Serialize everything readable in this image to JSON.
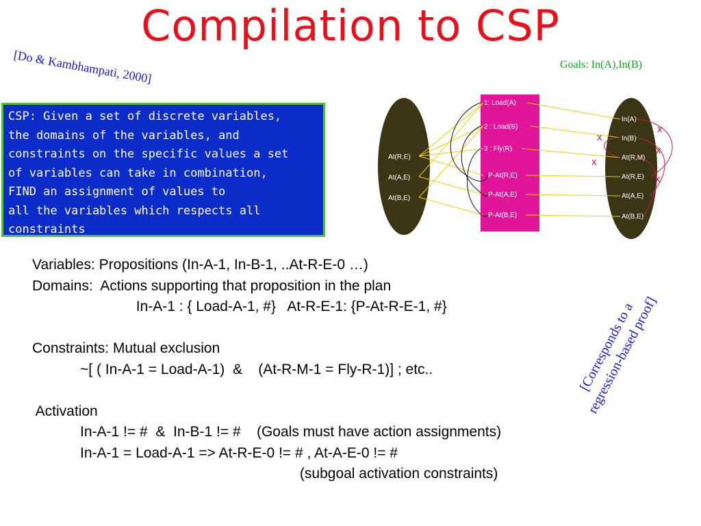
{
  "slide": {
    "title": "Compilation to CSP",
    "citation": "[Do & Kambhampati, 2000]",
    "goals": "Goals: In(A),In(B)",
    "csp_definition": [
      "CSP: Given a set of discrete variables,",
      "the domains of the variables, and",
      "constraints on the specific values a set",
      "of variables can take in combination,",
      "FIND an assignment of values to",
      "all the variables which respects all",
      "constraints"
    ],
    "body_lines": [
      "Variables: Propositions (In-A-1, In-B-1, ..At-R-E-0 …)",
      "Domains:  Actions supporting that proposition in the plan",
      "                          In-A-1 : { Load-A-1, #}   At-R-E-1: {P-At-R-E-1, #}",
      "",
      "Constraints: Mutual exclusion",
      "            ~[ ( In-A-1 = Load-A-1)  &    (At-R-M-1 = Fly-R-1)] ; etc..",
      "",
      " Activation",
      "            In-A-1 != #  &  In-B-1 != #    (Goals must have action assignments)",
      "            In-A-1 = Load-A-1 => At-R-E-0 != # , At-A-E-0 != #",
      "                                                                   (subgoal activation constraints)"
    ],
    "side_note": [
      "[Corresponds to a",
      "regression-based proof]"
    ]
  },
  "diagram": {
    "left_props": [
      "At(R,E)",
      "At(A,E)",
      "At(B,E)"
    ],
    "actions": [
      "1: Load(A)",
      "2 : Load(B)",
      "3 : Fly(R)",
      "P-At(R,E)",
      "P-At(A,E)",
      "P-At(B,E)"
    ],
    "right_props": [
      "In(A)",
      "In(B)",
      "At(R,M)",
      "At(R,E)",
      "At(A,E)",
      "At(B,E)"
    ],
    "mutex_mark": "x",
    "colors": {
      "ellipse": "#3a3515",
      "action_bar": "#e0159a",
      "edge": "#f0d000",
      "mutex": "#cc1a4a",
      "title": "#e8101a",
      "box": "#0b2cc8"
    }
  }
}
